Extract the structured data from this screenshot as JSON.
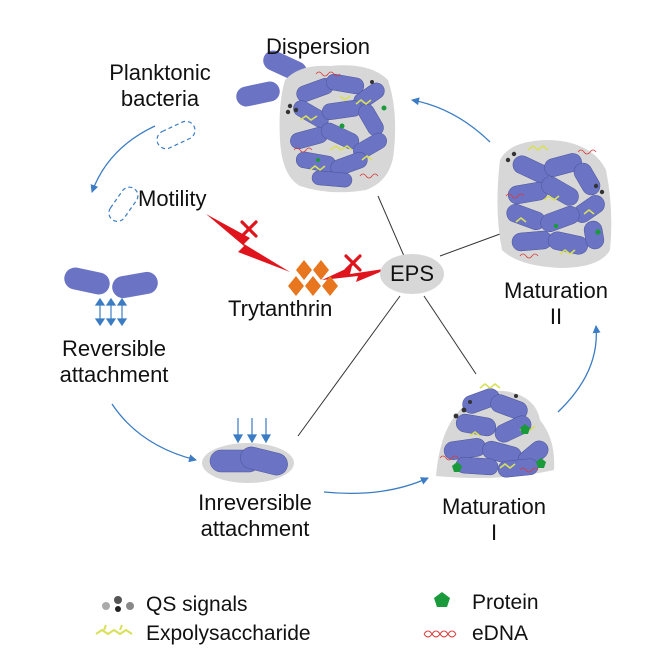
{
  "stages": {
    "dispersion": "Dispersion",
    "planktonic": [
      "Planktonic",
      "bacteria"
    ],
    "motility": "Motility",
    "reversible": [
      "Reversible",
      "attachment"
    ],
    "irreversible": [
      "Inreversible",
      "attachment"
    ],
    "maturation1": [
      "Maturation",
      "I"
    ],
    "maturation2": [
      "Maturation",
      "II"
    ]
  },
  "center": {
    "compound": "Trytanthrin",
    "eps": "EPS"
  },
  "legend": {
    "qs": "QS signals",
    "eps": "Expolysaccharide",
    "protein": "Protein",
    "edna": "eDNA"
  },
  "colors": {
    "bacteria": "#6b74c4",
    "arrow": "#3b7cc4",
    "inhibit": "#e0141c",
    "compound": "#e8761e",
    "matrix": "#d7d7d7",
    "polysaccharide": "#d8e05a",
    "protein": "#1a9a3a",
    "edna": "#d83a3a",
    "qs": "#333333"
  }
}
